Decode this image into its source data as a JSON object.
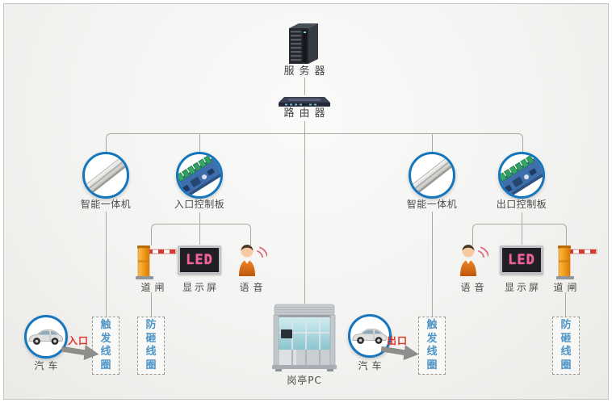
{
  "backbone": {
    "server_label": "服务器",
    "router_label": "路由器"
  },
  "controllers": {
    "entrance_allinone_label": "智能一体机",
    "entrance_board_label": "入口控制板",
    "exit_allinone_label": "智能一体机",
    "exit_board_label": "出口控制板"
  },
  "entrance_devices": {
    "gate_label": "道闸",
    "display_label": "显示屏",
    "display_text": "LED",
    "voice_label": "语音"
  },
  "exit_devices": {
    "voice_label": "语音",
    "display_label": "显示屏",
    "display_text": "LED",
    "gate_label": "道闸"
  },
  "lanes": {
    "entrance_car_label": "汽车",
    "entrance_direction": "入口",
    "exit_car_label": "汽车",
    "exit_direction": "出口",
    "trigger_coil_label": "触发线圈",
    "anti_smash_coil_label": "防砸线圈",
    "booth_label": "岗亭PC"
  },
  "colors": {
    "ring_blue": "#1576bd",
    "coil_text_blue": "#4e95c5",
    "direction_red": "#e23128",
    "led_pink": "#f7609d",
    "line_gray": "#a9a9a6"
  }
}
